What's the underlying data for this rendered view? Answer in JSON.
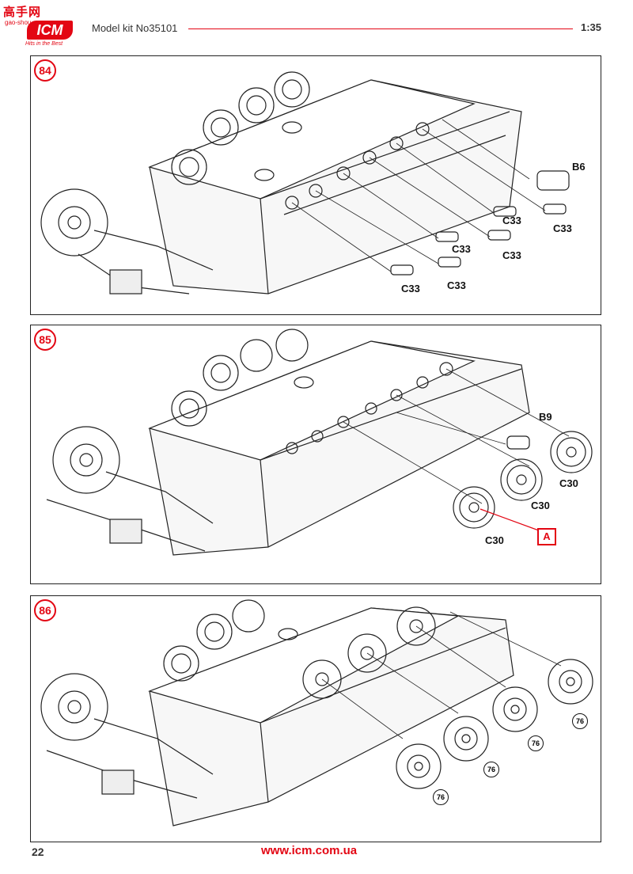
{
  "header": {
    "logo_top": "高手网",
    "logo_sub": "gao-shou.com",
    "logo_brand": "ICM",
    "logo_motto": "Hits in the Best",
    "kit_label": "Model kit No35101",
    "scale": "1:35"
  },
  "steps": [
    {
      "number": "84",
      "parts": [
        "B6",
        "C33",
        "C33",
        "C33",
        "C33",
        "C33",
        "C33"
      ]
    },
    {
      "number": "85",
      "parts": [
        "B9",
        "C30",
        "C30",
        "C30"
      ],
      "reference": "A"
    },
    {
      "number": "86",
      "callouts": [
        "76",
        "76",
        "76",
        "76"
      ]
    }
  ],
  "footer": {
    "page": "22",
    "url": "www.icm.com.ua"
  },
  "colors": {
    "accent": "#e30613",
    "line": "#222222"
  }
}
